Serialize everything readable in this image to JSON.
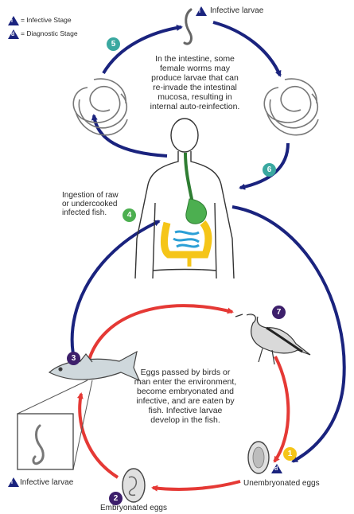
{
  "legend": {
    "infective": "= Infective Stage",
    "diagnostic": "= Diagnostic Stage",
    "infective_mark": "i",
    "diagnostic_mark": "d"
  },
  "labels": {
    "top_larvae": "Infective larvae",
    "intestine_text": [
      "In the intestine, some",
      "female worms may",
      "produce larvae that can",
      "re-invade the intestinal",
      "mucosa, resulting in",
      "internal auto-reinfection."
    ],
    "ingestion": [
      "Ingestion of raw",
      "or undercooked",
      "infected fish."
    ],
    "eggs_text": [
      "Eggs passed by birds or",
      "man enter the environment,",
      "become embryonated and",
      "infective, and are eaten by",
      "fish.  Infective larvae",
      "develop in the fish."
    ],
    "bottom_larvae": "Infective larvae",
    "embryonated": "Embryonated eggs",
    "unembryonated": "Unembryonated eggs"
  },
  "steps": {
    "s1": "1",
    "s2": "2",
    "s3": "3",
    "s4": "4",
    "s5": "5",
    "s6": "6",
    "s7": "7"
  },
  "colors": {
    "navy": "#1a237e",
    "red": "#e53935",
    "teal": "#3aa8a0",
    "green": "#4caf50",
    "purple": "#3d1f6b",
    "yellow": "#f5c518"
  }
}
